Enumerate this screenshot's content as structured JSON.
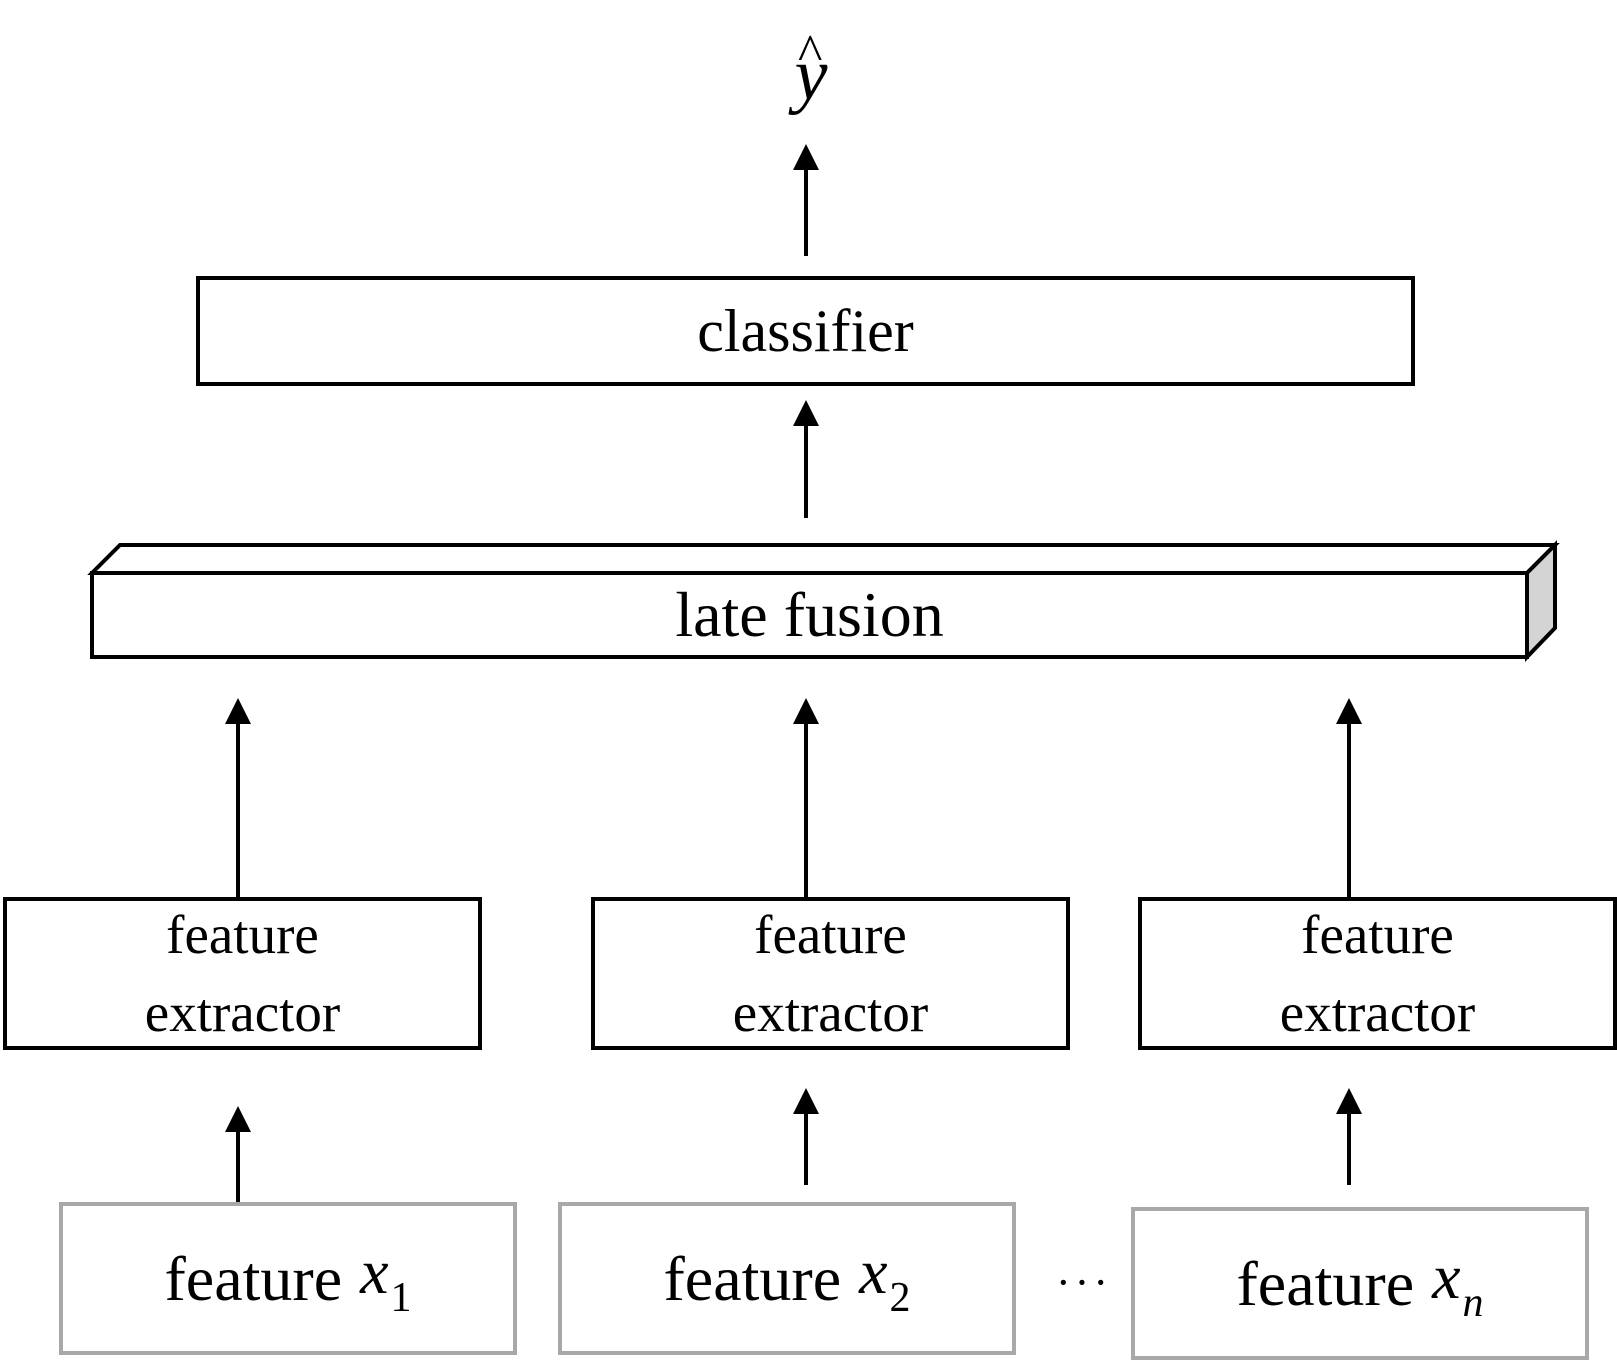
{
  "output": {
    "symbol": "y",
    "hat": "^"
  },
  "classifier": {
    "label": "classifier"
  },
  "fusion": {
    "label": "late fusion"
  },
  "extractors": [
    {
      "line1": "feature",
      "line2": "extractor"
    },
    {
      "line1": "feature",
      "line2": "extractor"
    },
    {
      "line1": "feature",
      "line2": "extractor"
    }
  ],
  "inputs": [
    {
      "word": "feature",
      "var": "x",
      "sub": "1"
    },
    {
      "word": "feature",
      "var": "x",
      "sub": "2"
    },
    {
      "word": "feature",
      "var": "x",
      "sub": "n"
    }
  ],
  "ellipsis": "···",
  "colors": {
    "stroke": "#000000",
    "input_border": "#a8a8a8",
    "fusion_side": "#d4d4d4"
  }
}
